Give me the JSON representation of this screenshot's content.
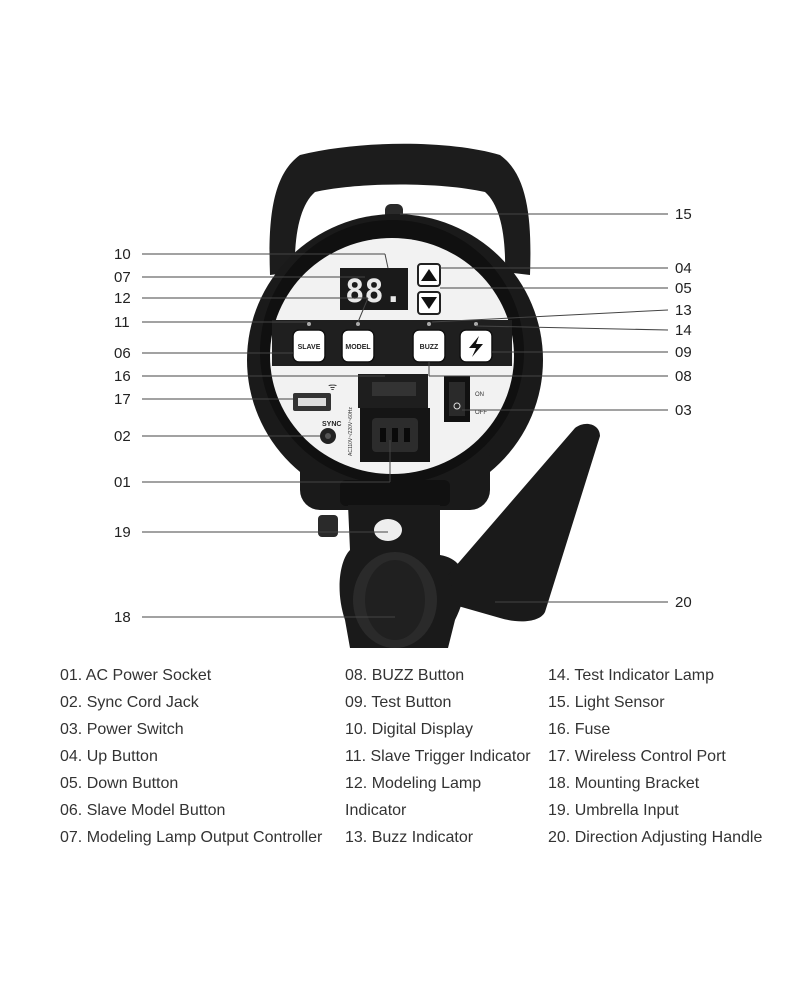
{
  "panel": {
    "slave_label": "SLAVE",
    "model_label": "MODEL",
    "buzz_label": "BUZZ",
    "display_value": "88.",
    "sync_label": "SYNC",
    "switch_on_label": "ON",
    "switch_off_label": "OFF",
    "power_rating_label": "AC110V~/220V~60Hz"
  },
  "callouts": {
    "c01": "01",
    "c02": "02",
    "c03": "03",
    "c04": "04",
    "c05": "05",
    "c06": "06",
    "c07": "07",
    "c08": "08",
    "c09": "09",
    "c10": "10",
    "c11": "11",
    "c12": "12",
    "c13": "13",
    "c14": "14",
    "c15": "15",
    "c16": "16",
    "c17": "17",
    "c18": "18",
    "c19": "19",
    "c20": "20"
  },
  "legend": {
    "col1": [
      "01. AC Power Socket",
      "02. Sync Cord Jack",
      "03. Power Switch",
      "04. Up Button",
      "05. Down Button",
      "06. Slave Model Button",
      "07. Modeling Lamp Output Controller"
    ],
    "col2": [
      "08. BUZZ Button",
      "09. Test Button",
      "10. Digital Display",
      "11. Slave Trigger Indicator",
      "12. Modeling Lamp",
      "Indicator",
      "13. Buzz Indicator"
    ],
    "col3": [
      "14. Test Indicator Lamp",
      "15. Light Sensor",
      "16. Fuse",
      "17. Wireless Control Port",
      "18. Mounting Bracket",
      "19. Umbrella Input",
      "20. Direction Adjusting Handle"
    ]
  },
  "colors": {
    "body": "#1a1a1a",
    "panel": "#f2f2f2",
    "display_digits": "#e8e8e8",
    "legend_text": "#333333"
  }
}
